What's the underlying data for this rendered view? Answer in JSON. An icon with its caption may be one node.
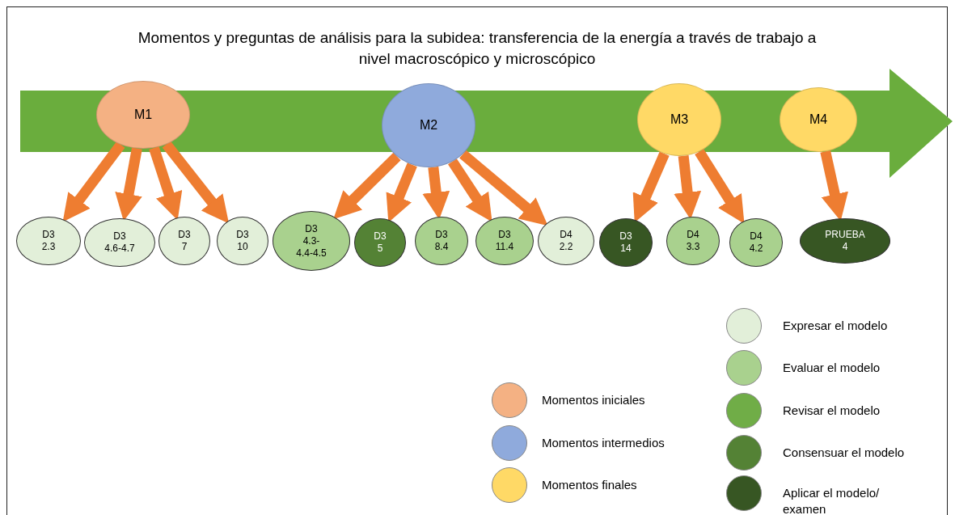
{
  "diagram": {
    "title": "Momentos y preguntas de análisis para la subidea: transferencia de la energía a través de trabajo a nivel macroscópico y microscópico",
    "nodes": [
      {
        "text": [
          "M1"
        ]
      },
      {
        "text": [
          "M2"
        ]
      },
      {
        "text": [
          "M3"
        ]
      },
      {
        "text": [
          "M4"
        ]
      },
      {
        "text": [
          "D3 2.3"
        ]
      },
      {
        "text": [
          "D3 4.6-4.7"
        ]
      },
      {
        "text": [
          "D3 7"
        ]
      },
      {
        "text": [
          "D3 10"
        ]
      },
      {
        "text": [
          "D3 4.3- 4.4-4.5"
        ]
      },
      {
        "text": [
          "D3 5"
        ]
      },
      {
        "text": [
          "D3 8.4"
        ]
      },
      {
        "text": [
          "D3 11.4"
        ]
      },
      {
        "text": [
          "D4 2.2"
        ]
      },
      {
        "text": [
          "D3 14"
        ]
      },
      {
        "text": [
          "D4 3.3"
        ]
      },
      {
        "text": [
          "D4 4.2"
        ]
      },
      {
        "text": [
          "PRUEBA 4"
        ]
      }
    ],
    "edges": [
      {
        "from": 0,
        "to": 4,
        "arrow": "to"
      },
      {
        "from": 0,
        "to": 5,
        "arrow": "to"
      },
      {
        "from": 0,
        "to": 6,
        "arrow": "to"
      },
      {
        "from": 0,
        "to": 7,
        "arrow": "to"
      },
      {
        "from": 1,
        "to": 8,
        "arrow": "to"
      },
      {
        "from": 1,
        "to": 9,
        "arrow": "to"
      },
      {
        "from": 1,
        "to": 10,
        "arrow": "to"
      },
      {
        "from": 1,
        "to": 11,
        "arrow": "to"
      },
      {
        "from": 1,
        "to": 12,
        "arrow": "to"
      },
      {
        "from": 2,
        "to": 13,
        "arrow": "to"
      },
      {
        "from": 2,
        "to": 14,
        "arrow": "to"
      },
      {
        "from": 2,
        "to": 15,
        "arrow": "to"
      },
      {
        "from": 3,
        "to": 16,
        "arrow": "to"
      }
    ],
    "legend": [
      {
        "text": "Momentos iniciales",
        "color": "#f4b183"
      },
      {
        "text": "Momentos intermedios",
        "color": "#8faadc"
      },
      {
        "text": "Momentos finales",
        "color": "#ffd966"
      },
      {
        "text": "Expresar el modelo",
        "color": "#e2efd9"
      },
      {
        "text": "Evaluar el modelo",
        "color": "#a9d18e"
      },
      {
        "text": "Revisar el modelo",
        "color": "#70ad47"
      },
      {
        "text": "Consensuar el modelo",
        "color": "#548235"
      },
      {
        "text": "Aplicar el modelo/ examen",
        "color": "#375623"
      }
    ]
  }
}
